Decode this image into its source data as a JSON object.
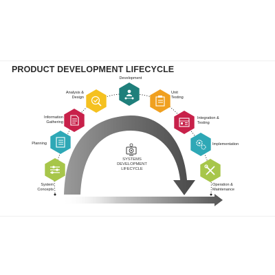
{
  "title": "PRODUCT DEVELOPMENT LIFECYCLE",
  "center": {
    "line1": "SYSTEMS",
    "line2": "DEVELOPMENT",
    "line3": "LIFECYCLE",
    "icon": "gear-monitor-icon"
  },
  "stages": [
    {
      "line1": "System",
      "line2": "Concepts",
      "color": "#a7c64a",
      "icon": "sliders-icon"
    },
    {
      "line1": "Planning",
      "line2": "",
      "color": "#2ea8b6",
      "icon": "checklist-icon"
    },
    {
      "line1": "Information",
      "line2": "Gathering",
      "color": "#c8214a",
      "icon": "document-icon"
    },
    {
      "line1": "Analysis &",
      "line2": "Design",
      "color": "#f5c120",
      "icon": "magnifier-check-icon"
    },
    {
      "line1": "Development",
      "line2": "",
      "color": "#1f7f7b",
      "icon": "team-network-icon"
    },
    {
      "line1": "Unit",
      "line2": "Testing",
      "color": "#f0a020",
      "icon": "clipboard-icon"
    },
    {
      "line1": "Integration &",
      "line2": "Testing",
      "color": "#c8214a",
      "icon": "puzzle-icon"
    },
    {
      "line1": "Implementation",
      "line2": "",
      "color": "#2ea8b6",
      "icon": "gears-icon"
    },
    {
      "line1": "Operation &",
      "line2": "Maintenance",
      "color": "#a7c64a",
      "icon": "wrench-screwdriver-icon"
    }
  ]
}
